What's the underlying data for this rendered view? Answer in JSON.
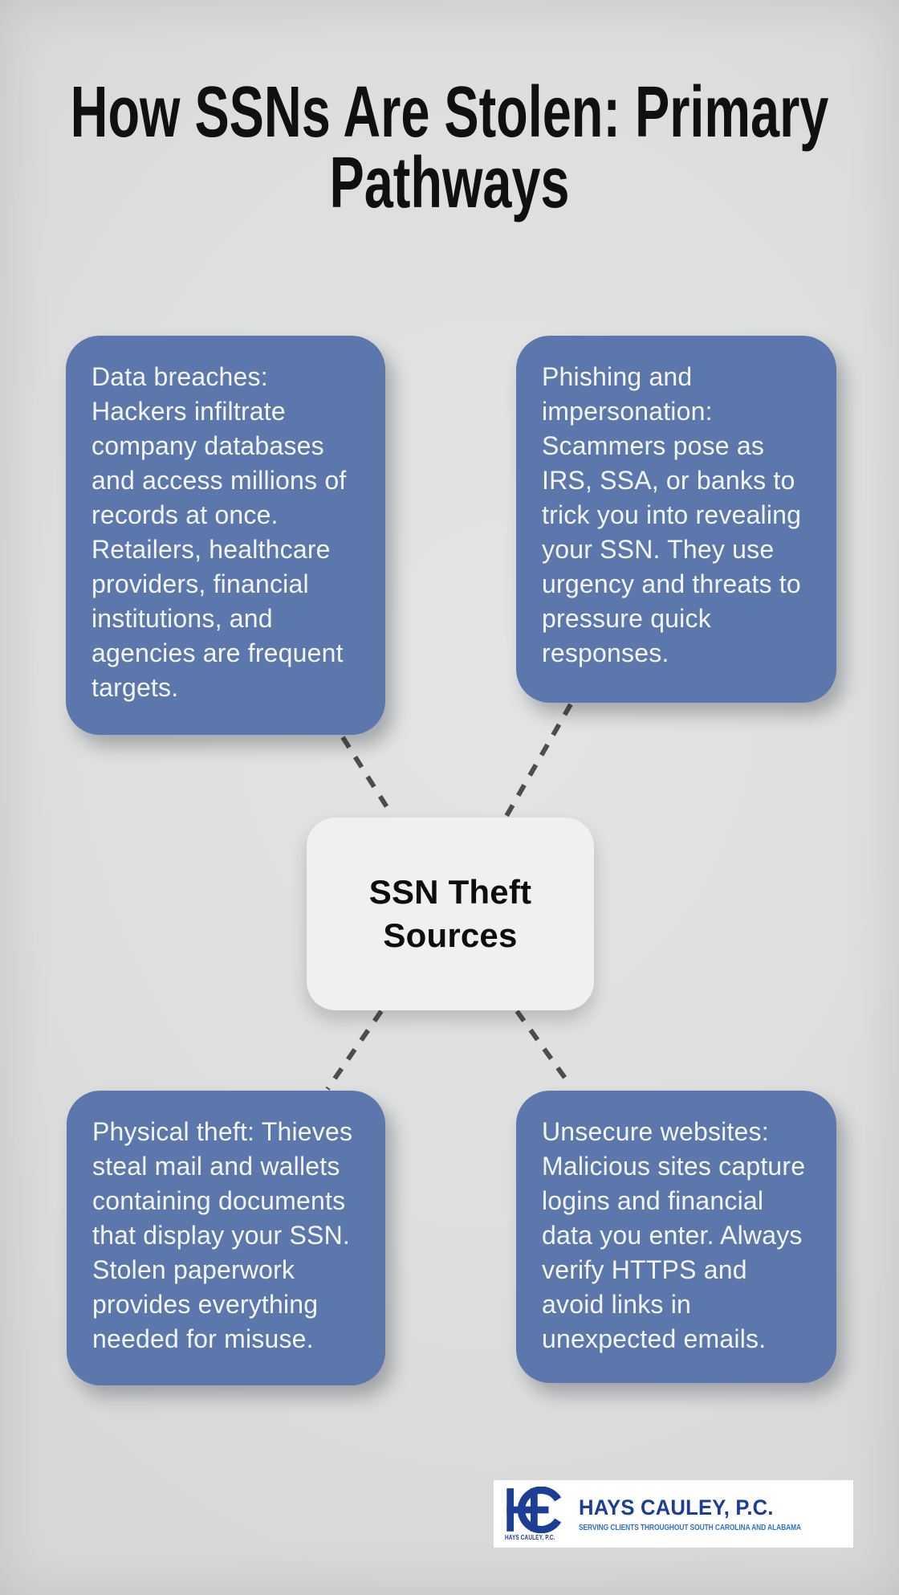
{
  "title": "How SSNs Are Stolen: Primary\nPathways",
  "diagram": {
    "center": {
      "label": "SSN Theft\nSources"
    },
    "nodes": [
      {
        "id": "data-breaches",
        "text": "Data breaches:\nHackers infiltrate\ncompany databases\nand access millions of\nrecords at once.\nRetailers, healthcare\nproviders, financial\ninstitutions, and\nagencies are frequent\ntargets."
      },
      {
        "id": "phishing-impersonation",
        "text": "Phishing and\nimpersonation:\nScammers pose as\nIRS, SSA, or banks to\ntrick you into revealing\nyour SSN. They use\nurgency and threats to\npressure quick\nresponses."
      },
      {
        "id": "physical-theft",
        "text": "Physical theft: Thieves\nsteal mail and wallets\ncontaining documents\nthat display your SSN.\nStolen paperwork\nprovides everything\nneeded for misuse."
      },
      {
        "id": "unsecure-websites",
        "text": "Unsecure websites:\nMalicious sites capture\nlogins and financial\ndata you enter. Always\nverify HTTPS and\navoid links in\nunexpected emails."
      }
    ]
  },
  "footer_logo": {
    "monogram": "HC",
    "name": "HAYS CAULEY, P.C.",
    "tagline": "SERVING CLIENTS THROUGHOUT SOUTH CAROLINA AND ALABAMA",
    "monogram_caption": "HAYS CAULEY, P.C."
  },
  "colors": {
    "background": "#dedfde",
    "node_fill": "#5c77ab",
    "node_text": "#f3f5f8",
    "center_fill": "#eff0f1",
    "title_text": "#101010",
    "connector": "#4d4d4d",
    "logo_navy": "#1c3e96",
    "logo_light_blue": "#2e71c4",
    "logo_background": "#ffffff"
  }
}
